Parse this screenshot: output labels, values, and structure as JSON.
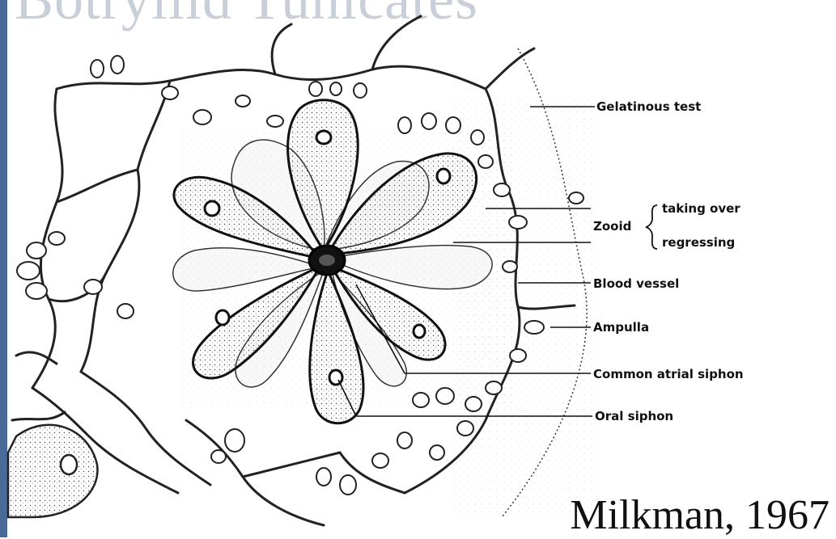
{
  "slide": {
    "title": "Botryllid Tunicates",
    "credit": "Milkman, 1967"
  },
  "figure": {
    "labels": {
      "gelatinous_test": "Gelatinous test",
      "zooid": "Zooid",
      "zooid_taking_over": "taking over",
      "zooid_regressing": "regressing",
      "blood_vessel": "Blood vessel",
      "ampulla": "Ampulla",
      "common_atrial_siphon": "Common atrial siphon",
      "oral_siphon": "Oral siphon"
    }
  },
  "colors": {
    "accent_bar": "#4a6b9a",
    "title": "#c9cfd8",
    "ink": "#111111"
  }
}
